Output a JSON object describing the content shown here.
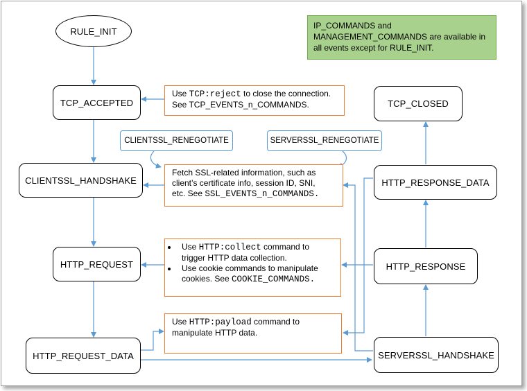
{
  "nodes": {
    "rule_init": "RULE_INIT",
    "tcp_accepted": "TCP_ACCEPTED",
    "clientssl_handshake": "CLIENTSSL_HANDSHAKE",
    "http_request": "HTTP_REQUEST",
    "http_request_data": "HTTP_REQUEST_DATA",
    "tcp_closed": "TCP_CLOSED",
    "http_response_data": "HTTP_RESPONSE_DATA",
    "http_response": "HTTP_RESPONSE",
    "serverssl_handshake": "SERVERSSL_HANDSHAKE"
  },
  "renegotiate": {
    "client": "CLIENTSSL_RENEGOTIATE",
    "server": "SERVERSSL_RENEGOTIATE"
  },
  "green_note": {
    "line1": "IP_COMMANDS and",
    "line2": "MANAGEMENT_COMMANDS are available in",
    "line3": "all events except for RULE_INIT."
  },
  "notes": {
    "tcp": {
      "prefix": "Use ",
      "code": "TCP:reject",
      "suffix": " to close the connection.",
      "line2": "See TCP_EVENTS_n_COMMANDS."
    },
    "ssl": {
      "line1": "Fetch SSL-related information, such as",
      "line2": "client’s certificate info, session ID, SNI,",
      "line3_prefix": "etc. See ",
      "line3_code": "SSL_EVENTS_n_COMMANDS."
    },
    "http": {
      "b1_prefix": "Use ",
      "b1_code": "HTTP:collect",
      "b1_suffix": " command to",
      "b1_line2": "trigger HTTP data collection.",
      "b2_line1": "Use cookie commands to manipulate",
      "b2_prefix": "cookies. See ",
      "b2_code": "COOKIE_COMMANDS."
    },
    "payload": {
      "prefix": "Use ",
      "code": "HTTP:payload",
      "suffix": " command to",
      "line2": "manipulate HTTP data."
    }
  },
  "colors": {
    "arrow": "#5b9bd5",
    "note_border": "#ed7d31",
    "green_fill": "#a9d18e",
    "green_border": "#70ad47"
  }
}
